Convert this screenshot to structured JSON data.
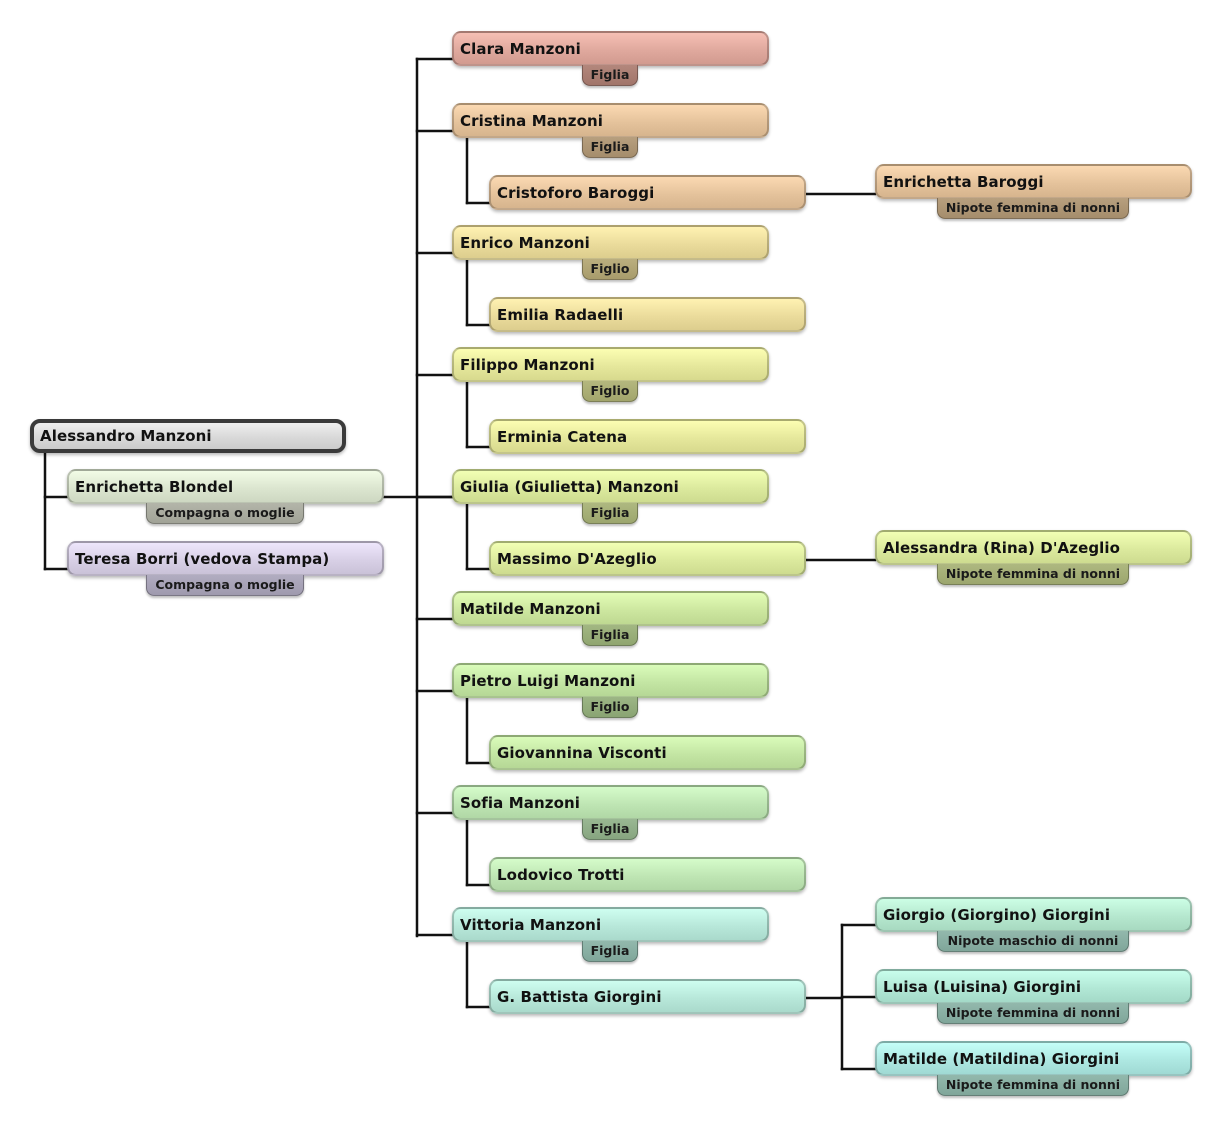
{
  "root": {
    "name": "Alessandro Manzoni",
    "color": "#d9d9d9"
  },
  "spouses": [
    {
      "name": "Enrichetta Blondel",
      "label": "Compagna o moglie",
      "color": "#dce6d0",
      "badge": "#a9ab9f"
    },
    {
      "name": "Teresa Borri (vedova Stampa)",
      "label": "Compagna o moglie",
      "color": "#d8d0e6",
      "badge": "#a7a2b6"
    }
  ],
  "children": [
    {
      "name": "Clara Manzoni",
      "label": "Figlia",
      "color": "#e0a99e",
      "badge": "#a97d72",
      "spouse": null,
      "grandchildren": []
    },
    {
      "name": "Cristina Manzoni",
      "label": "Figlia",
      "color": "#e5c39c",
      "badge": "#ad9574",
      "spouse": "Cristoforo Baroggi",
      "grandchildren": [
        {
          "name": "Enrichetta Baroggi",
          "label": "Nipote femmina di nonni"
        }
      ]
    },
    {
      "name": "Enrico Manzoni",
      "label": "Figlio",
      "color": "#ebdc9c",
      "badge": "#b0a474",
      "spouse": "Emilia Radaelli",
      "grandchildren": []
    },
    {
      "name": "Filippo Manzoni",
      "label": "Figlio",
      "color": "#e6e89c",
      "badge": "#aaad74",
      "spouse": "Erminia Catena",
      "grandchildren": []
    },
    {
      "name": "Giulia (Giulietta) Manzoni",
      "label": "Figlia",
      "color": "#dcea9e",
      "badge": "#a4ae76",
      "spouse": "Massimo D'Azeglio",
      "grandchildren": [
        {
          "name": "Alessandra (Rina) D'Azeglio",
          "label": "Nipote femmina di nonni"
        }
      ]
    },
    {
      "name": "Matilde Manzoni",
      "label": "Figlia",
      "color": "#cde7a0",
      "badge": "#98ad78",
      "spouse": null,
      "grandchildren": []
    },
    {
      "name": "Pietro Luigi Manzoni",
      "label": "Figlio",
      "color": "#c4e6a4",
      "badge": "#92ac7b",
      "spouse": "Giovannina Visconti",
      "grandchildren": []
    },
    {
      "name": "Sofia Manzoni",
      "label": "Figlia",
      "color": "#bfe6b4",
      "badge": "#8fad88",
      "spouse": "Lodovico Trotti",
      "grandchildren": []
    },
    {
      "name": "Vittoria Manzoni",
      "label": "Figlia",
      "color": "#b8e8da",
      "badge": "#88aea2",
      "spouse": "G. Battista Giorgini",
      "grandchildren": [
        {
          "name": "Giorgio (Giorgino) Giorgini",
          "label": "Nipote maschio di nonni"
        },
        {
          "name": "Luisa (Luisina) Giorgini",
          "label": "Nipote femmina di nonni"
        },
        {
          "name": "Matilde (Matildina) Giorgini",
          "label": "Nipote femmina di nonni"
        }
      ]
    }
  ]
}
